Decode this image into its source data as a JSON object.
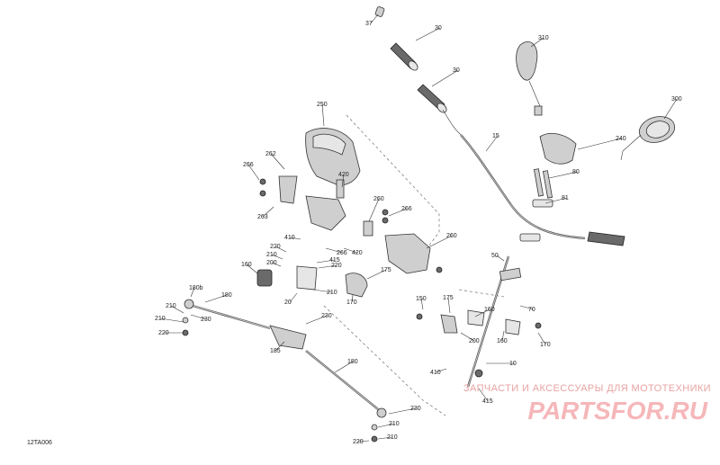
{
  "diagram": {
    "reference_code": "12TA006",
    "watermark_text": "ЗАПЧАСТИ И АКСЕССУАРЫ ДЛЯ МОТОТЕХНИКИ",
    "watermark_logo": "PARTSFOR.RU",
    "watermark_color": "#e5333a",
    "callouts": [
      {
        "id": "c37",
        "label": "37"
      },
      {
        "id": "c30a",
        "label": "30"
      },
      {
        "id": "c30b",
        "label": "30"
      },
      {
        "id": "c310",
        "label": "310"
      },
      {
        "id": "c300",
        "label": "300"
      },
      {
        "id": "c15",
        "label": "15"
      },
      {
        "id": "c240",
        "label": "240"
      },
      {
        "id": "c80",
        "label": "80"
      },
      {
        "id": "c81",
        "label": "81"
      },
      {
        "id": "c250",
        "label": "250"
      },
      {
        "id": "c262",
        "label": "262"
      },
      {
        "id": "c266a",
        "label": "266"
      },
      {
        "id": "c420a",
        "label": "420"
      },
      {
        "id": "c263",
        "label": "263"
      },
      {
        "id": "c260a",
        "label": "260"
      },
      {
        "id": "c266b",
        "label": "266"
      },
      {
        "id": "c260b",
        "label": "260"
      },
      {
        "id": "c410a",
        "label": "410"
      },
      {
        "id": "c220a",
        "label": "220"
      },
      {
        "id": "c210a",
        "label": "210"
      },
      {
        "id": "c200a",
        "label": "200"
      },
      {
        "id": "c266c",
        "label": "266"
      },
      {
        "id": "c420b",
        "label": "420"
      },
      {
        "id": "c415",
        "label": "415"
      },
      {
        "id": "c220b",
        "label": "220"
      },
      {
        "id": "c160a",
        "label": "160"
      },
      {
        "id": "c175a",
        "label": "175"
      },
      {
        "id": "c20",
        "label": "20"
      },
      {
        "id": "c210b",
        "label": "210"
      },
      {
        "id": "c170a",
        "label": "170"
      },
      {
        "id": "c180a",
        "label": "180"
      },
      {
        "id": "c180b",
        "label": "180b"
      },
      {
        "id": "c210c",
        "label": "210"
      },
      {
        "id": "c230a",
        "label": "230"
      },
      {
        "id": "c210d",
        "label": "210"
      },
      {
        "id": "c220c",
        "label": "220"
      },
      {
        "id": "c230b",
        "label": "230"
      },
      {
        "id": "c185",
        "label": "185"
      },
      {
        "id": "c180c",
        "label": "180"
      },
      {
        "id": "c230c",
        "label": "230"
      },
      {
        "id": "c210e",
        "label": "210"
      },
      {
        "id": "c220d",
        "label": "220"
      },
      {
        "id": "c210f",
        "label": "210"
      },
      {
        "id": "c50",
        "label": "50"
      },
      {
        "id": "c70",
        "label": "70"
      },
      {
        "id": "c150",
        "label": "150"
      },
      {
        "id": "c175b",
        "label": "175"
      },
      {
        "id": "c160b",
        "label": "160"
      },
      {
        "id": "c160c",
        "label": "160"
      },
      {
        "id": "c170b",
        "label": "170"
      },
      {
        "id": "c200b",
        "label": "200"
      },
      {
        "id": "c410b",
        "label": "410"
      },
      {
        "id": "c10",
        "label": "10"
      },
      {
        "id": "c415b",
        "label": "415"
      }
    ]
  }
}
